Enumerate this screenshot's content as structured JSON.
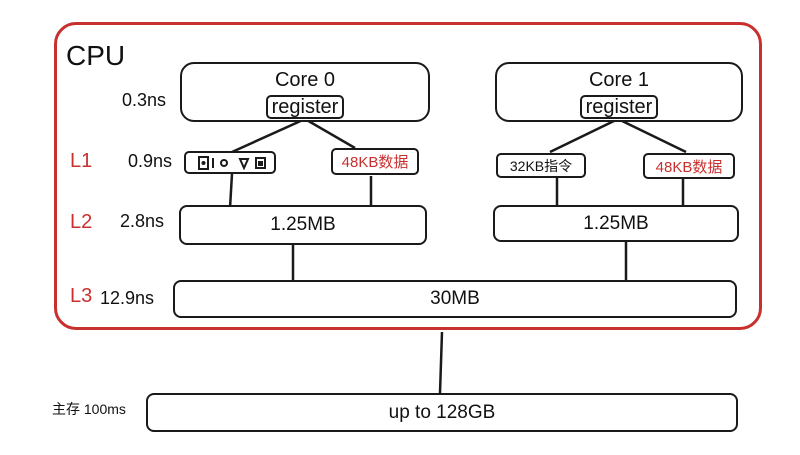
{
  "cpu": {
    "title": "CPU"
  },
  "cores": [
    {
      "name": "Core 0",
      "register": "register",
      "l1_instr": "",
      "l1_data": "48KB数据",
      "l2": "1.25MB"
    },
    {
      "name": "Core 1",
      "register": "register",
      "l1_instr": "32KB指令",
      "l1_data": "48KB数据",
      "l2": "1.25MB"
    }
  ],
  "levels": {
    "l1": "L1",
    "l2": "L2",
    "l3": "L3"
  },
  "latencies": {
    "register": "0.3ns",
    "l1": "0.9ns",
    "l2": "2.8ns",
    "l3": "12.9ns",
    "memory": "主存 100ms"
  },
  "l3": {
    "size": "30MB"
  },
  "memory": {
    "size": "up to 128GB"
  },
  "colors": {
    "accent_red": "#c8302f",
    "stroke": "#1a1a1a"
  }
}
